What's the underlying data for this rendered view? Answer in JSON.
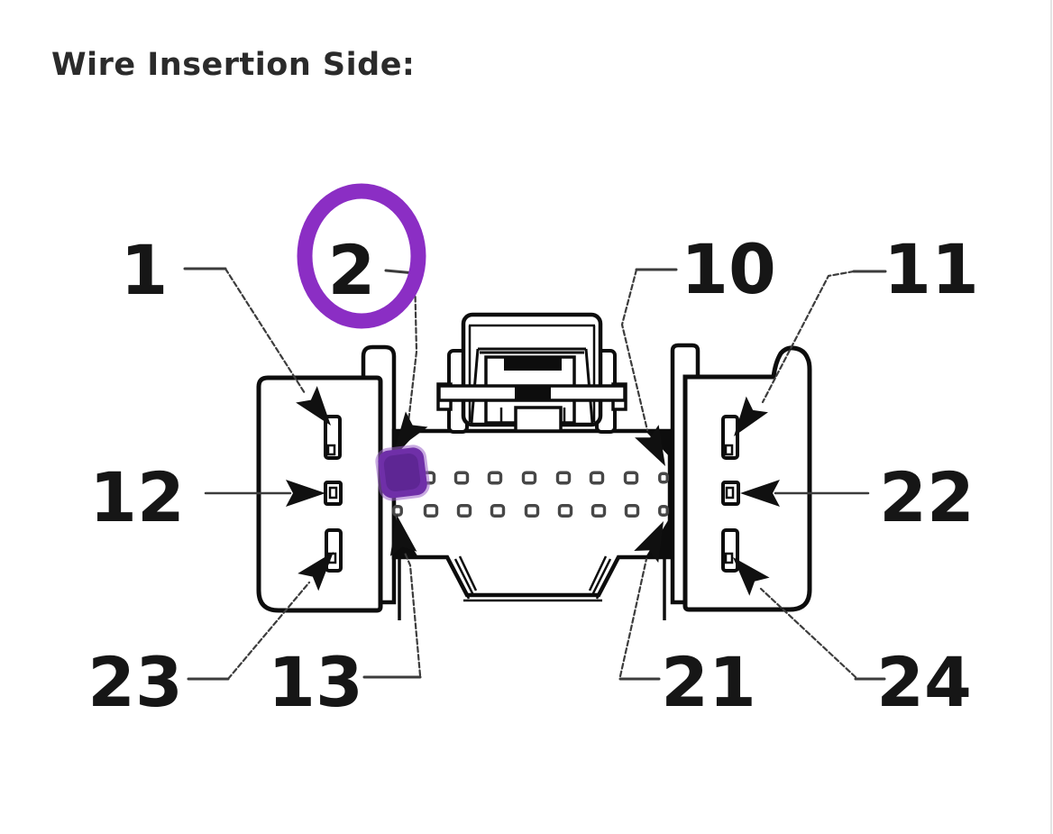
{
  "title": "Wire Insertion Side:",
  "diagram": {
    "description": "24-pin connector pinout, wire insertion side view",
    "pin_labels": {
      "p1": "1",
      "p2": "2",
      "p10": "10",
      "p11": "11",
      "p12": "12",
      "p22": "22",
      "p23": "23",
      "p13": "13",
      "p21": "21",
      "p24": "24"
    },
    "annotation": {
      "circled_pin_label": "2",
      "marked_pin": "2",
      "circle_color": "#8b2ec4",
      "marker_color": "#6f2fa8"
    },
    "colors": {
      "drawing_line": "#0d0d0d",
      "leader_line": "#3c3c3c",
      "label_text": "#161616",
      "title_text": "#2b2b2b",
      "background": "#ffffff"
    }
  }
}
